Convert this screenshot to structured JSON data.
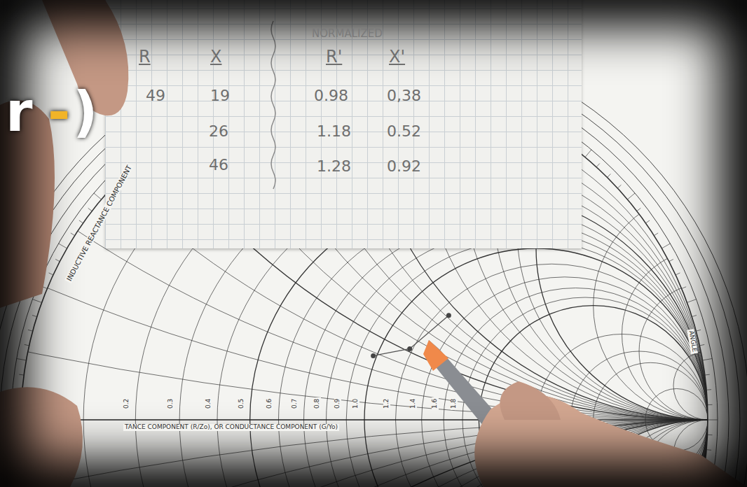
{
  "diagram": {
    "labels": [
      "NORMALIZED",
      "R",
      "X",
      "R'",
      "X'",
      "49",
      "19",
      "0.98",
      "0,38",
      "26",
      "1.18",
      "0.52",
      "46",
      "1.28",
      "0.92",
      "r",
      "-",
      ")",
      "INDUCTIVE REACTANCE COMPONENT",
      "TANCE COMPONENT (R/Zo), OR CONDUCTANCE COMPONENT (G/Yo)",
      "ANGLE",
      "0.2",
      "0.3",
      "0.4",
      "0.5",
      "0.6",
      "0.7",
      "0.8",
      "0.9",
      "1.0",
      "1.2",
      "1.4",
      "1.6",
      "1.8"
    ]
  }
}
